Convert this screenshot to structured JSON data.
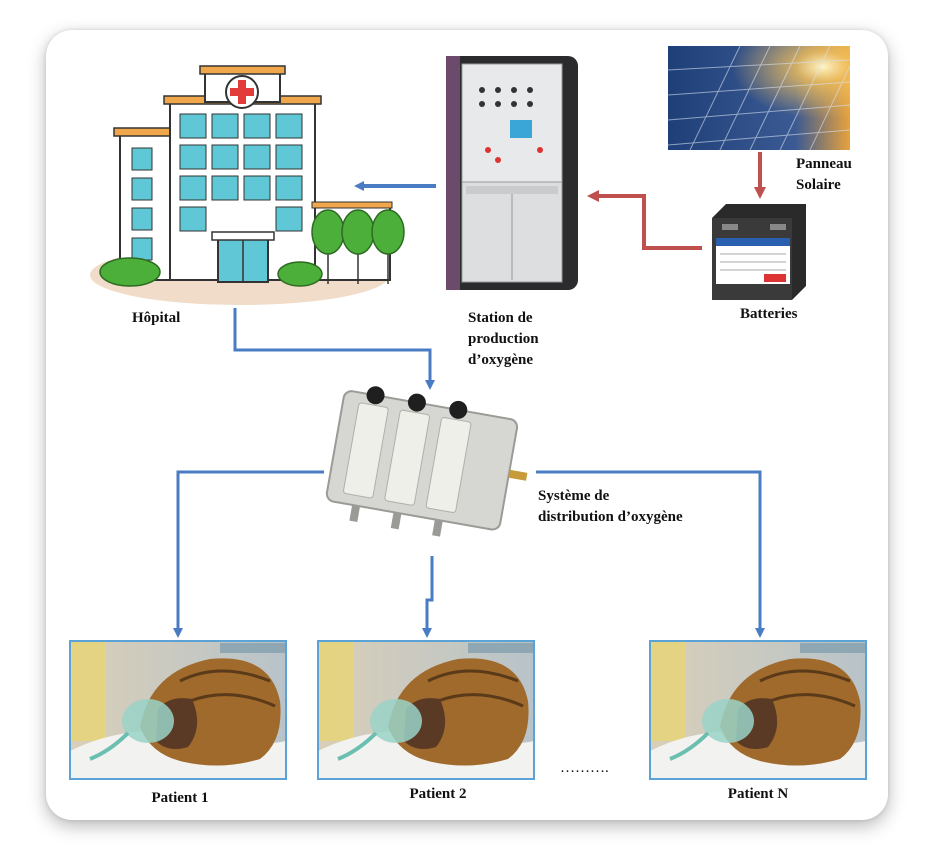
{
  "nodes": {
    "hospital": {
      "label": "Hôpital"
    },
    "station": {
      "label_lines": [
        "Station de",
        "production",
        "d’oxygène"
      ]
    },
    "solar": {
      "label_lines": [
        "Panneau",
        "Solaire"
      ]
    },
    "battery": {
      "label": "Batteries"
    },
    "distribution": {
      "label_lines": [
        "Système de",
        "distribution d’oxygène"
      ]
    },
    "patients": [
      {
        "label": "Patient 1"
      },
      {
        "label": "Patient 2"
      },
      {
        "label": "Patient N"
      }
    ],
    "ellipsis": {
      "label": "………."
    }
  },
  "colors": {
    "blue_arrow": "#4a7cc4",
    "red_arrow": "#c0504d",
    "photo_border": "#5ba3d6"
  },
  "icons": {
    "hospital": "hospital-building-icon",
    "station": "oxygen-station-photo",
    "solar": "solar-panel-photo",
    "battery": "battery-photo",
    "distribution": "flowmeter-manifold-photo",
    "patient": "patient-oxygen-mask-photo"
  }
}
